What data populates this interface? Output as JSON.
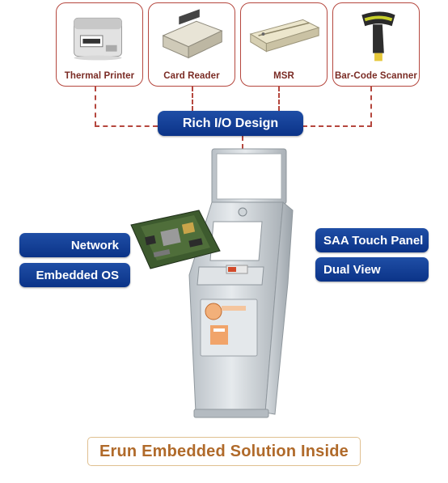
{
  "peripherals": [
    {
      "label": "Thermal Printer",
      "icon": "thermal-printer-icon"
    },
    {
      "label": "Card Reader",
      "icon": "card-reader-icon"
    },
    {
      "label": "MSR",
      "icon": "msr-icon"
    },
    {
      "label": "Bar-Code Scanner",
      "icon": "barcode-scanner-icon"
    }
  ],
  "hub": {
    "label": "Rich I/O Design"
  },
  "left_features": [
    "Network",
    "Embedded OS"
  ],
  "right_features": [
    "SAA Touch Panel",
    "Dual View"
  ],
  "footer": {
    "label": "Erun Embedded Solution Inside"
  },
  "colors": {
    "accent_red": "#b5473e",
    "pill_blue": "#0b3388",
    "footer_text": "#b06a2a",
    "footer_border": "#e0c090"
  }
}
